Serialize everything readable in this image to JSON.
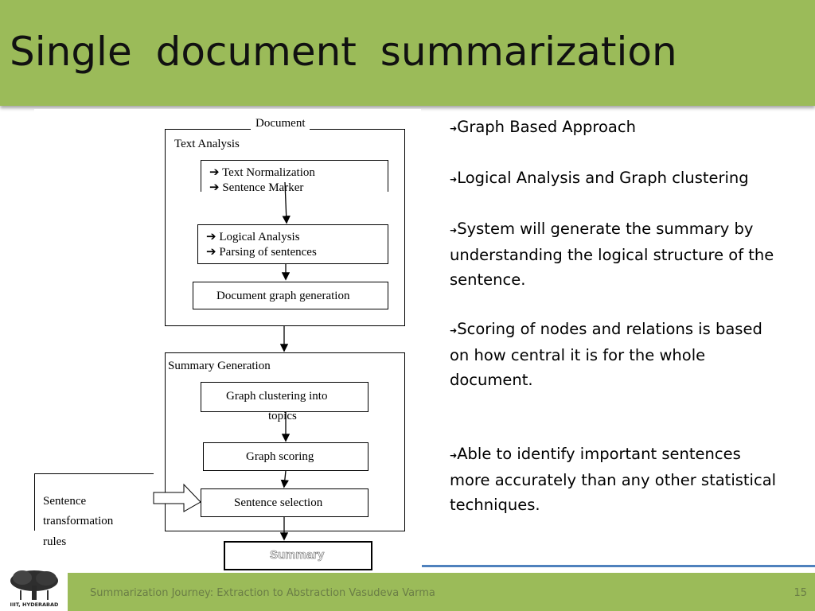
{
  "slide": {
    "title": "Single  document  summarization",
    "footer_text": "Summarization Journey: Extraction to Abstraction Vasudeva Varma",
    "page_number": "15",
    "logo_text": "IIIT, HYDERABAD"
  },
  "diagram": {
    "document_label": "Document",
    "text_analysis_label": "Text Analysis",
    "text_normalization": "Text Normalization",
    "sentence_marker": "Sentence Marker",
    "logical_analysis": "Logical Analysis",
    "parsing_of_sentences": "Parsing of sentences",
    "document_graph_generation": "Document graph generation",
    "summary_generation_label": "Summary Generation",
    "graph_clustering_line1": "Graph clustering into",
    "graph_clustering_line2": "topics",
    "graph_scoring": "Graph scoring",
    "sentence_selection": "Sentence selection",
    "sentence_transformation_line1": "Sentence",
    "sentence_transformation_line2": "transformation",
    "sentence_transformation_line3": "rules",
    "summary": "Summary"
  },
  "bullets": [
    {
      "text": "Graph Based Approach"
    },
    {
      "text": "Logical Analysis and Graph clustering"
    },
    {
      "text": "System will generate the summary by understanding the logical structure of the sentence."
    },
    {
      "text": "Scoring of nodes and relations is based on how central it is for the whole document."
    },
    {
      "text": "Able to identify important sentences more accurately than any other statistical techniques."
    }
  ],
  "colors": {
    "title_bar": "#9bbb59",
    "footer_bar": "#9bbb59",
    "footer_line": "#4f81bd"
  }
}
